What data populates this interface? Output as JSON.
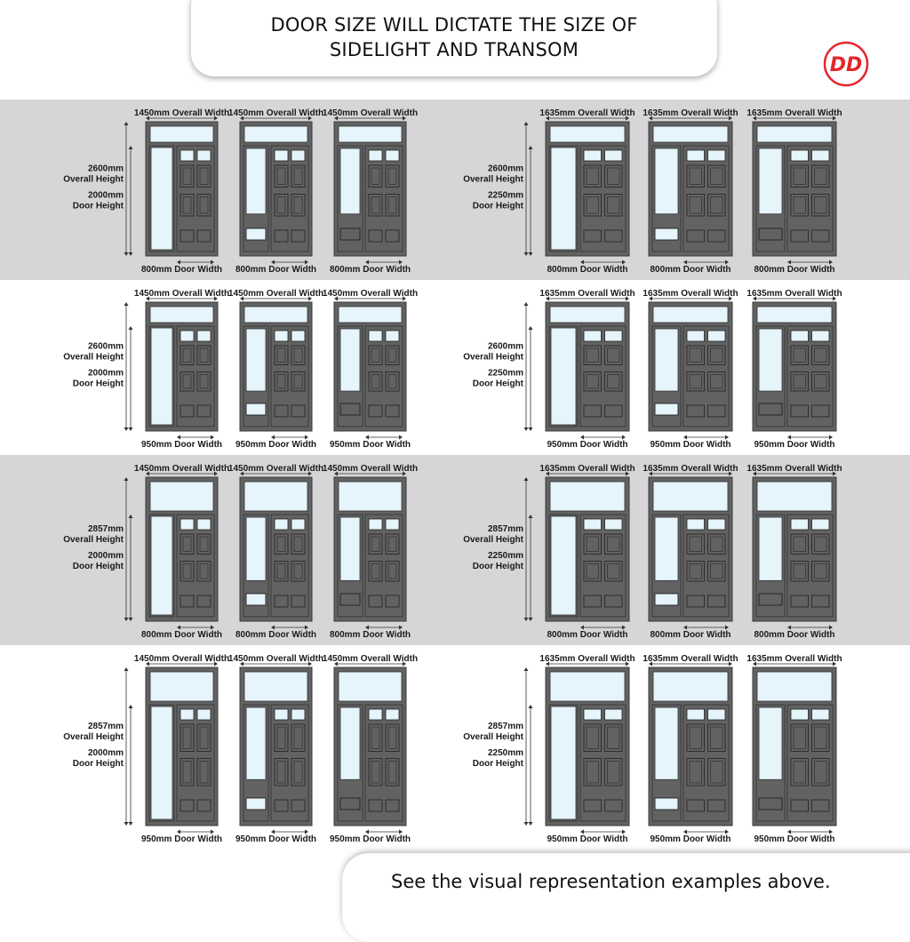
{
  "header": {
    "line1": "DOOR SIZE WILL DICTATE THE SIZE OF",
    "line2": "SIDELIGHT AND TRANSOM"
  },
  "logo": {
    "text": "DD",
    "accent_color": "#e3262b"
  },
  "footer": {
    "text": "See the visual representation examples above."
  },
  "colors": {
    "frame": "#626262",
    "glass": "#e6f4fb",
    "band": "#d6d6d8",
    "panel_outline": "#2e2e2e"
  },
  "groups": [
    {
      "overall_width": "1450mm Overall Width",
      "overall_height": [
        "2600mm",
        "Overall Height"
      ],
      "door_height": [
        "2000mm",
        "Door Height"
      ],
      "door_width": "800mm Door Width",
      "band": true
    },
    {
      "overall_width": "1635mm Overall Width",
      "overall_height": [
        "2600mm",
        "Overall Height"
      ],
      "door_height": [
        "2250mm",
        "Door Height"
      ],
      "door_width": "800mm Door Width",
      "band": true
    },
    {
      "overall_width": "1450mm Overall Width",
      "overall_height": [
        "2600mm",
        "Overall Height"
      ],
      "door_height": [
        "2000mm",
        "Door Height"
      ],
      "door_width": "950mm Door Width",
      "band": false
    },
    {
      "overall_width": "1635mm Overall Width",
      "overall_height": [
        "2600mm",
        "Overall Height"
      ],
      "door_height": [
        "2250mm",
        "Door Height"
      ],
      "door_width": "950mm Door Width",
      "band": false
    },
    {
      "overall_width": "1450mm Overall Width",
      "overall_height": [
        "2857mm",
        "Overall Height"
      ],
      "door_height": [
        "2000mm",
        "Door Height"
      ],
      "door_width": "800mm Door Width",
      "band": true
    },
    {
      "overall_width": "1635mm Overall Width",
      "overall_height": [
        "2857mm",
        "Overall Height"
      ],
      "door_height": [
        "2250mm",
        "Door Height"
      ],
      "door_width": "800mm Door Width",
      "band": true
    },
    {
      "overall_width": "1450mm Overall Width",
      "overall_height": [
        "2857mm",
        "Overall Height"
      ],
      "door_height": [
        "2000mm",
        "Door Height"
      ],
      "door_width": "950mm Door Width",
      "band": false
    },
    {
      "overall_width": "1635mm Overall Width",
      "overall_height": [
        "2857mm",
        "Overall Height"
      ],
      "door_height": [
        "2250mm",
        "Door Height"
      ],
      "door_width": "950mm Door Width",
      "band": false
    }
  ],
  "sidelight_styles": [
    "full-glazed",
    "glazed-with-kick-panel",
    "glazed-with-bottom-panel"
  ]
}
